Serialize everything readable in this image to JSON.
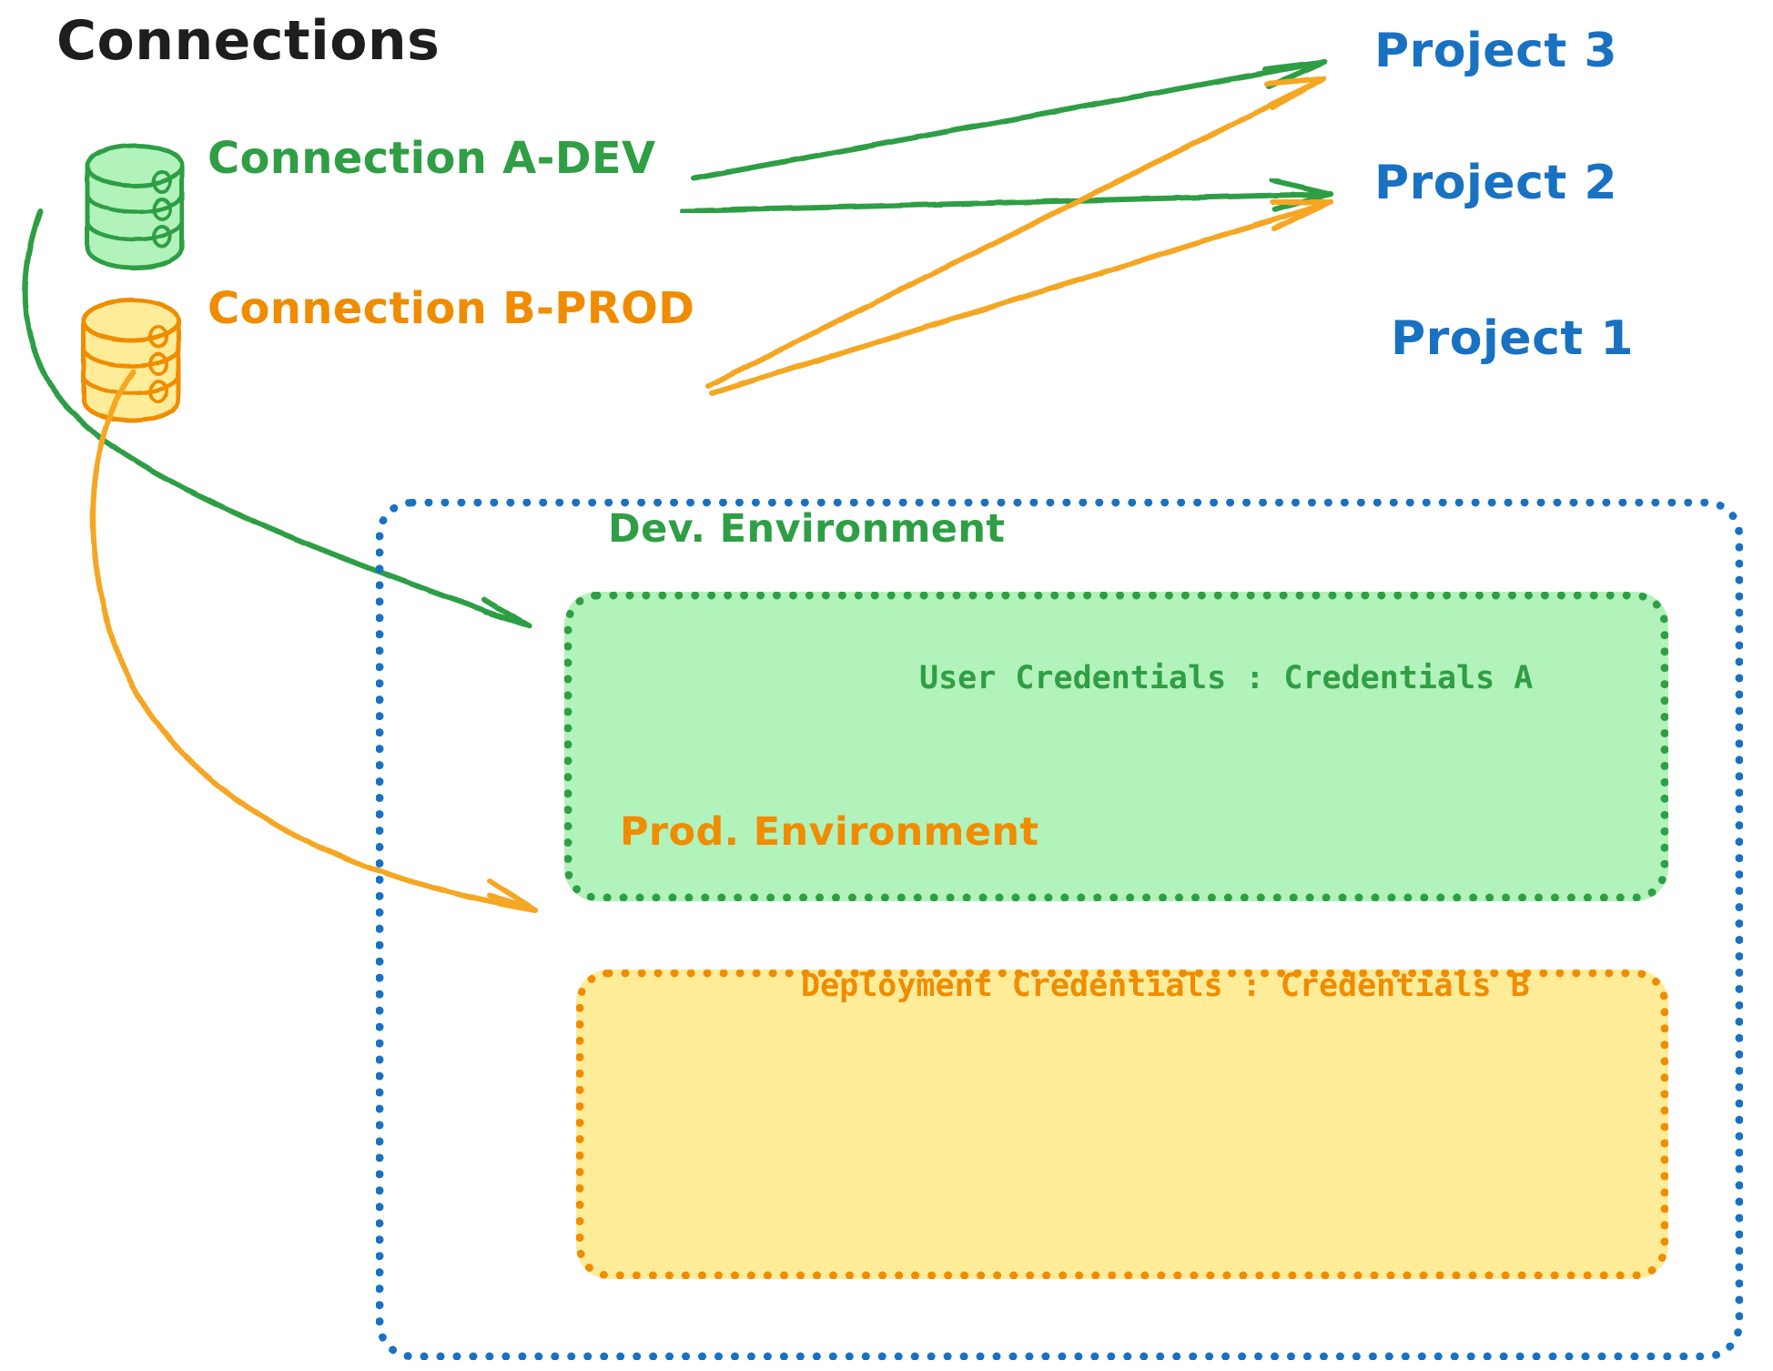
{
  "diagram": {
    "title": "Connections",
    "colors": {
      "green_stroke": "#2f9e44",
      "green_fill": "#b2f2bb",
      "orange_stroke": "#f08c00",
      "orange_fill": "#ffec99",
      "blue_stroke": "#1971c2",
      "arrow_green": "#2f9e44",
      "arrow_orange": "#f5a623",
      "text_dark": "#1e1e1e",
      "background": "#ffffff"
    }
  },
  "connections": [
    {
      "id": "a-dev",
      "label": "Connection A-DEV",
      "icon": "database-icon",
      "color": "#2f9e44",
      "targets": [
        "Project 3",
        "Project 2",
        "Dev. Environment"
      ]
    },
    {
      "id": "b-prod",
      "label": "Connection B-PROD",
      "icon": "database-icon",
      "color": "#f08c00",
      "targets": [
        "Project 3",
        "Project 2",
        "Prod. Environment"
      ]
    }
  ],
  "projects": [
    {
      "id": "project-3",
      "label": "Project 3"
    },
    {
      "id": "project-2",
      "label": "Project 2"
    },
    {
      "id": "project-1",
      "label": "Project 1"
    }
  ],
  "project1": {
    "label": "Project 1",
    "environments": [
      {
        "id": "dev",
        "title": "Dev. Environment",
        "credential_label": "User Credentials",
        "credential_separator": ":",
        "credential_value": "Credentials A",
        "credential_line": "User Credentials : Credentials A",
        "color": "#2f9e44",
        "fill": "#b2f2bb"
      },
      {
        "id": "prod",
        "title": "Prod. Environment",
        "credential_label": "Deployment Credentials",
        "credential_separator": ":",
        "credential_value": "Credentials B",
        "credential_line": "Deployment Credentials : Credentials B",
        "color": "#f08c00",
        "fill": "#ffec99"
      }
    ]
  }
}
